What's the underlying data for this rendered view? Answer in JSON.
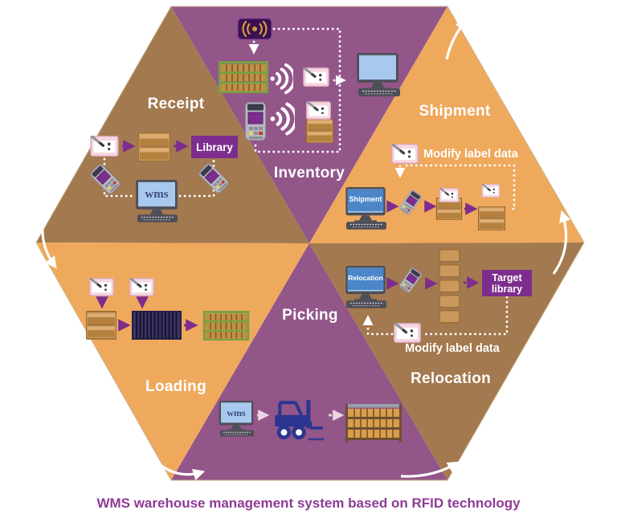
{
  "caption": "WMS warehouse management system based on RFID technology",
  "sections": {
    "receipt": {
      "label": "Receipt",
      "library_button": "Library",
      "computer_screen": "wms"
    },
    "inventory": {
      "label": "Inventory"
    },
    "shipment": {
      "label": "Shipment",
      "computer_screen": "Shipment",
      "note": "Modify label data"
    },
    "loading": {
      "label": "Loading"
    },
    "picking": {
      "label": "Picking",
      "computer_screen": "wms"
    },
    "relocation": {
      "label": "Relocation",
      "computer_screen": "Relocation",
      "target_library_button": "Target library",
      "note": "Modify label data"
    }
  },
  "colors": {
    "purple_triangle": "#935689",
    "brown_triangle": "#a3794f",
    "orange_triangle": "#efa95d",
    "button_purple": "#7d2d8e",
    "caption_text": "#8e3a96"
  }
}
